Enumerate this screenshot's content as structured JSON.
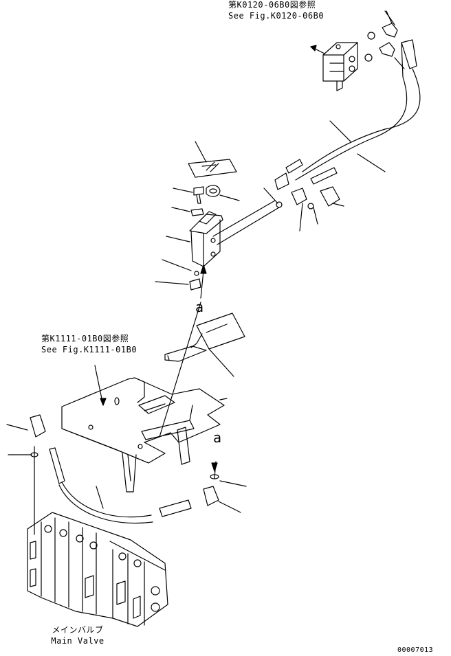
{
  "refs": {
    "top_jp": "第K0120-06B0図参照",
    "top_en": "See Fig.K0120-06B0",
    "mid_jp": "第K1111-01B0図参照",
    "mid_en": "See Fig.K1111-01B0"
  },
  "main_valve": {
    "jp": "メインバルブ",
    "en": "Main Valve"
  },
  "markers": {
    "a_upper": "a",
    "a_lower": "a"
  },
  "drawing_number": "00007013"
}
